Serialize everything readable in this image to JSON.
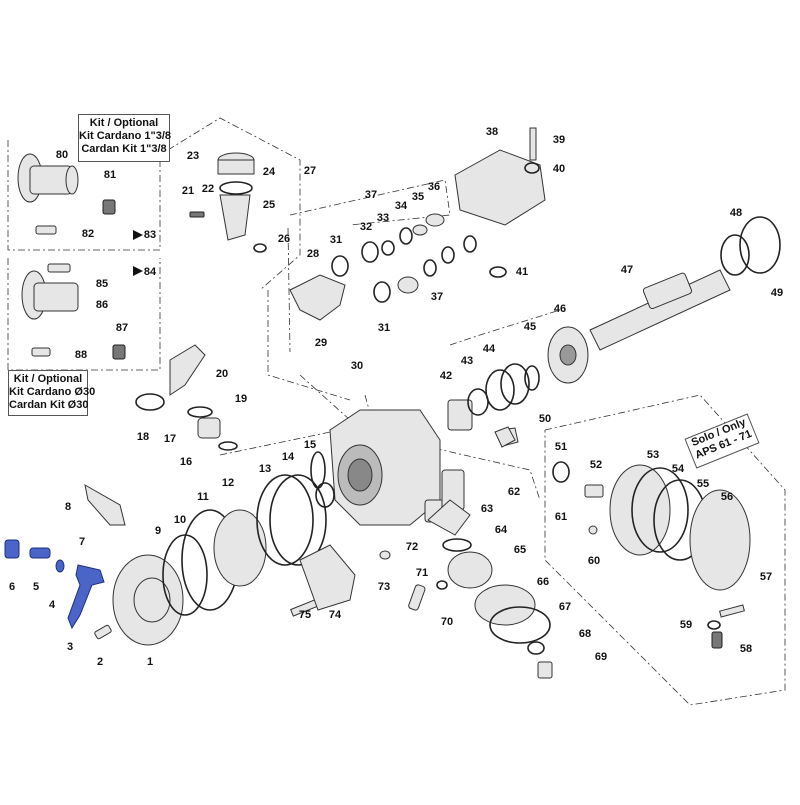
{
  "kit_cardano_13_8": [
    "Kit / Optional",
    "Kit Cardano 1\"3/8",
    "Cardan Kit 1\"3/8"
  ],
  "kit_cardano_30": [
    "Kit / Optional",
    "Kit Cardano Ø30",
    "Cardan Kit Ø30"
  ],
  "solo_only": [
    "Solo / Only",
    "APS 61 - 71"
  ],
  "callouts": [
    "1",
    "2",
    "3",
    "4",
    "5",
    "6",
    "7",
    "8",
    "9",
    "10",
    "11",
    "12",
    "13",
    "14",
    "15",
    "16",
    "17",
    "18",
    "19",
    "20",
    "21",
    "22",
    "23",
    "24",
    "25",
    "26",
    "27",
    "28",
    "29",
    "30",
    "31",
    "31",
    "32",
    "33",
    "34",
    "35",
    "36",
    "37",
    "37",
    "38",
    "39",
    "40",
    "41",
    "42",
    "43",
    "44",
    "45",
    "46",
    "47",
    "48",
    "49",
    "50",
    "51",
    "52",
    "53",
    "54",
    "55",
    "56",
    "57",
    "58",
    "59",
    "60",
    "61",
    "62",
    "63",
    "64",
    "65",
    "66",
    "67",
    "68",
    "69",
    "70",
    "71",
    "72",
    "73",
    "74",
    "75",
    "80",
    "81",
    "82",
    "83",
    "84",
    "85",
    "86",
    "87",
    "88"
  ],
  "colors": {
    "highlight": "#4a64c8",
    "line": "#222222",
    "part_fill": "#e6e6e6"
  }
}
